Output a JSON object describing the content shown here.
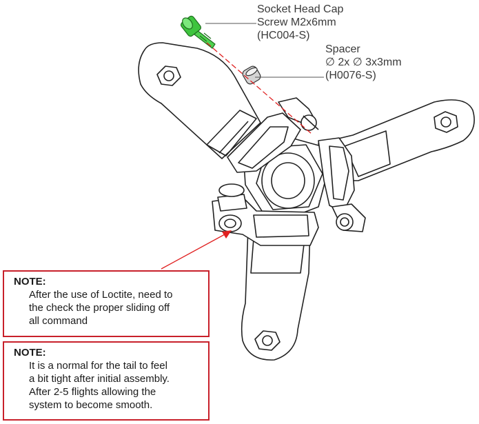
{
  "callouts": {
    "screw": {
      "line1": "Socket Head Cap",
      "line2": "Screw M2x6mm",
      "line3": "(HC004-S)"
    },
    "spacer": {
      "line1": "Spacer",
      "line2": "∅ 2x ∅ 3x3mm",
      "line3": "(H0076-S)"
    }
  },
  "notes": [
    {
      "title": "NOTE:",
      "lines": [
        "After the use of Loctite, need to",
        "the check the proper sliding off",
        "all command"
      ]
    },
    {
      "title": "NOTE:",
      "lines": [
        "It is a normal for the tail to feel",
        "a bit tight after initial assembly.",
        "After 2-5 flights allowing the",
        "system to become smooth."
      ]
    }
  ],
  "colors": {
    "note_border": "#c8202a",
    "leader_line": "#e02020",
    "screw": "#3ec43e",
    "line_art": "#222222"
  }
}
